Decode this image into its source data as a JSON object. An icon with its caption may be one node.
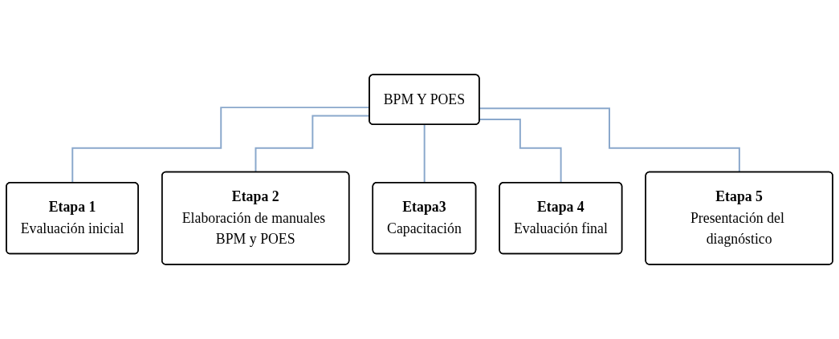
{
  "diagram": {
    "nodes": [
      {
        "text": [
          "BPM Y POES"
        ]
      },
      {
        "text": [
          "Etapa 1",
          "Evaluación inicial"
        ]
      },
      {
        "text": [
          "Etapa 2",
          "Elaboración de manuales BPM y POES"
        ]
      },
      {
        "text": [
          "Etapa3",
          "Capacitación"
        ]
      },
      {
        "text": [
          "Etapa 4",
          "Evaluación final"
        ]
      },
      {
        "text": [
          "Etapa 5",
          "Presentación del diagnóstico"
        ]
      }
    ],
    "edges": [
      {
        "from": 0,
        "to": 1,
        "arrow": "none"
      },
      {
        "from": 0,
        "to": 2,
        "arrow": "none"
      },
      {
        "from": 0,
        "to": 3,
        "arrow": "none"
      },
      {
        "from": 0,
        "to": 4,
        "arrow": "none"
      },
      {
        "from": 0,
        "to": 5,
        "arrow": "none"
      }
    ]
  }
}
